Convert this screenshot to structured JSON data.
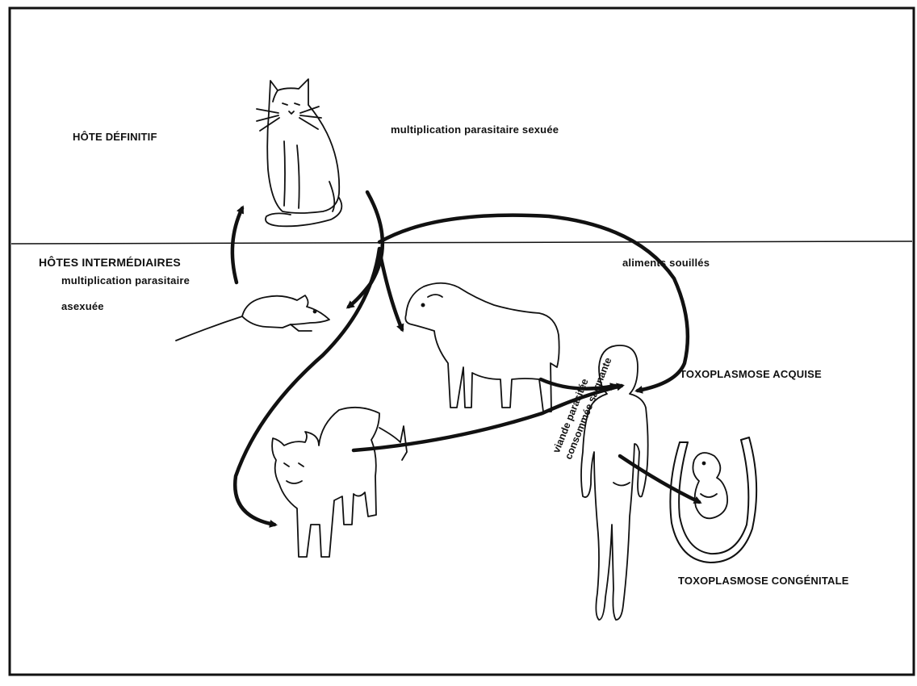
{
  "labels": {
    "definitive_host": "HÔTE DÉFINITIF",
    "sexual_multiplication": "multiplication parasitaire sexuée",
    "intermediate_hosts": "HÔTES INTERMÉDIAIRES",
    "asexual_multiplication_1": "multiplication parasitaire",
    "asexual_multiplication_2": "asexuée",
    "soiled_food": "aliments souillés",
    "meat_line_1": "viande parasitée",
    "meat_line_2": "consommée  saignante",
    "acquired": "TOXOPLASMOSE   ACQUISE",
    "congenital": "TOXOPLASMOSE  CONGÉNITALE"
  },
  "figures": [
    "cat",
    "mouse",
    "sheep",
    "cow",
    "human",
    "fetus-in-uterus"
  ],
  "colors": {
    "ink": "#111111",
    "background": "#ffffff"
  }
}
